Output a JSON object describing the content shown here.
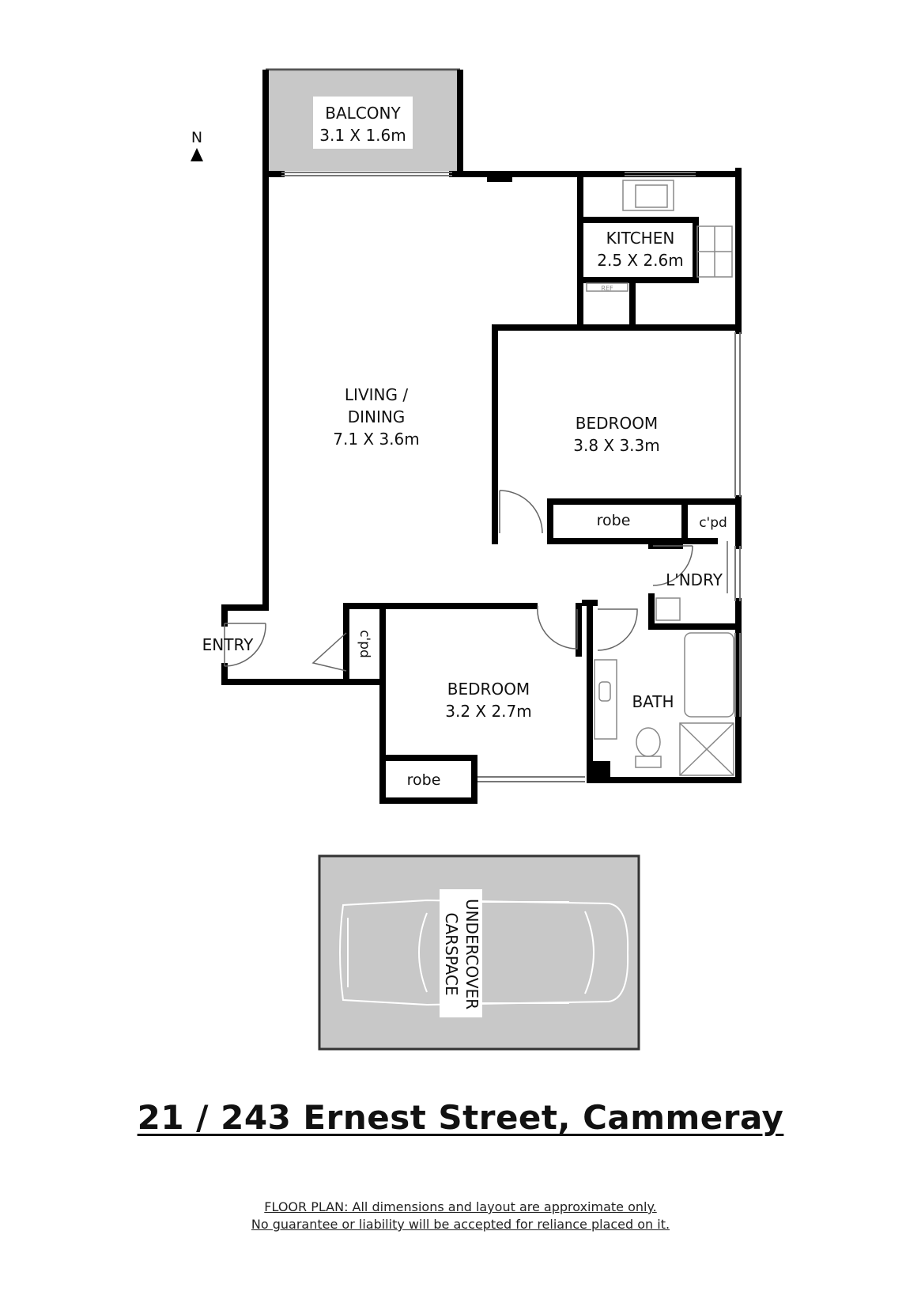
{
  "compass": {
    "label": "N"
  },
  "rooms": {
    "balcony": {
      "name": "BALCONY",
      "size": "3.1 X 1.6m"
    },
    "kitchen": {
      "name": "KITCHEN",
      "size": "2.5 X 2.6m",
      "fridge": "REF"
    },
    "living": {
      "name_line1": "LIVING /",
      "name_line2": "DINING",
      "size": "7.1 X 3.6m"
    },
    "bedroom_main": {
      "name": "BEDROOM",
      "size": "3.8 X 3.3m",
      "robe": "robe"
    },
    "cupboard_laundry": "c'pd",
    "laundry": "L'NDRY",
    "entry": "ENTRY",
    "cupboard_entry": "c'pd",
    "bedroom_2": {
      "name": "BEDROOM",
      "size": "3.2 X 2.7m",
      "robe": "robe"
    },
    "bath": "BATH"
  },
  "carspace": {
    "line1": "UNDERCOVER",
    "line2": "CARSPACE"
  },
  "address": "21 / 243 Ernest Street, Cammeray",
  "disclaimer": {
    "line1": "FLOOR PLAN: All dimensions and layout are approximate only.",
    "line2": "No guarantee or liability will be accepted for reliance placed on it."
  },
  "colors": {
    "wall": "#000000",
    "balcony_fill": "#c8c8c8",
    "carspace_fill": "#c8c8c8",
    "fixture": "#888888"
  }
}
